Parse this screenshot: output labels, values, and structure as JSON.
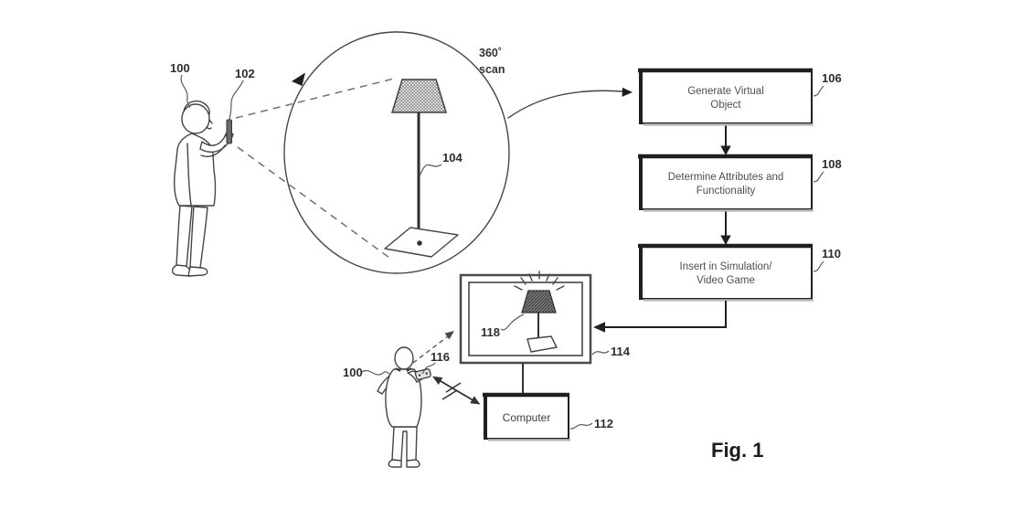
{
  "figure": {
    "caption": "Fig. 1"
  },
  "scan_annotation": {
    "degrees": "360˚",
    "word": "scan"
  },
  "scene": {
    "person1_ref": "100",
    "scanner_ref": "102",
    "lamp_ref": "104"
  },
  "flowchart": {
    "boxes": [
      {
        "ref": "106",
        "line1": "Generate Virtual",
        "line2": "Object"
      },
      {
        "ref": "108",
        "line1": "Determine Attributes and",
        "line2": "Functionality"
      },
      {
        "ref": "110",
        "line1": "Insert in Simulation/",
        "line2": "Video Game"
      }
    ]
  },
  "output": {
    "display_ref": "114",
    "virtual_object_ref": "118",
    "computer_label": "Computer",
    "computer_ref": "112",
    "person2_ref": "100",
    "controller_ref": "116"
  },
  "colors": {
    "ink": "#454545",
    "box_border": "#1f1f1f",
    "text_gray": "#4e4e4e",
    "shadow": "#bdbdbd"
  }
}
